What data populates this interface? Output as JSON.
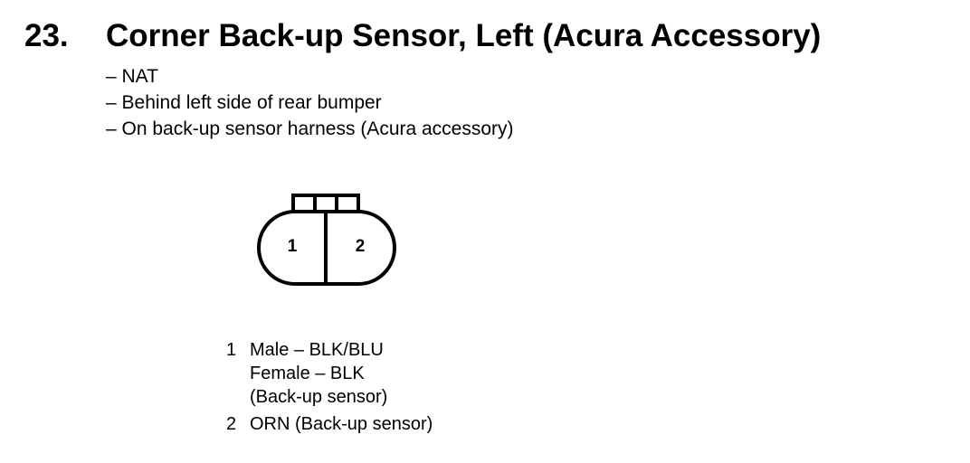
{
  "heading": {
    "number": "23.",
    "title": "Corner Back-up Sensor, Left (Acura Accessory)"
  },
  "notes": [
    "– NAT",
    "– Behind left side of rear bumper",
    "– On back-up sensor harness (Acura accessory)"
  ],
  "connector": {
    "pin_labels": [
      "1",
      "2"
    ]
  },
  "pins": [
    {
      "number": "1",
      "lines": [
        "Male – BLK/BLU",
        "Female – BLK",
        "(Back-up sensor)"
      ]
    },
    {
      "number": "2",
      "lines": [
        "ORN (Back-up sensor)"
      ]
    }
  ]
}
